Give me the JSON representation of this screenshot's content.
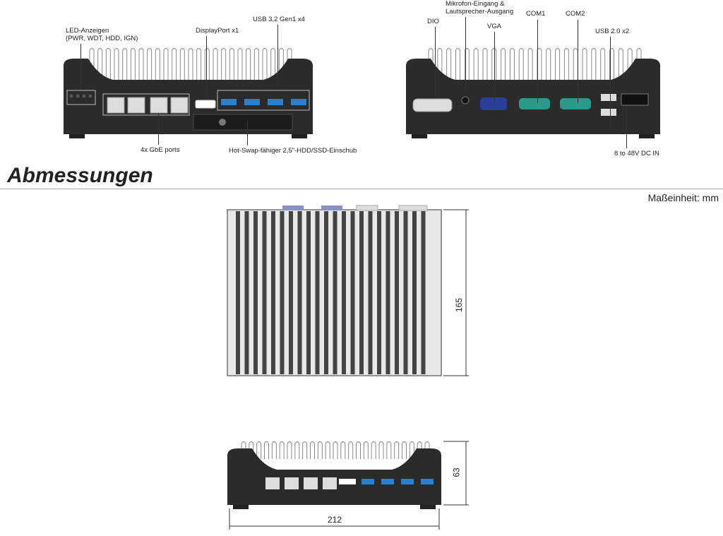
{
  "front_panel": {
    "labels": {
      "led": "LED-Anzeigen",
      "led_detail": "(PWR, WDT, HDD, IGN)",
      "displayport": "DisplayPort x1",
      "usb32": "USB 3.2 Gen1 x4",
      "gbe": "4x GbE ports",
      "hotswap": "Hot-Swap-fähiger 2,5\"-HDD/SSD-Einschub"
    }
  },
  "rear_panel": {
    "labels": {
      "dio": "DIO",
      "audio": "Mikrofon-Eingang &",
      "audio2": "Lautsprecher-Ausgang",
      "vga": "VGA",
      "com1": "COM1",
      "com2": "COM2",
      "usb20": "USB 2.0 x2",
      "dcin": "8 to 48V DC IN"
    }
  },
  "dimensions": {
    "title": "Abmessungen",
    "unit": "Maßeinheit: mm",
    "depth": "165",
    "height": "63",
    "width": "212"
  },
  "colors": {
    "chassis": "#2b2b2b",
    "usb3": "#2a7fd0",
    "vga": "#2a3f9a",
    "com": "#2a9a8a"
  }
}
